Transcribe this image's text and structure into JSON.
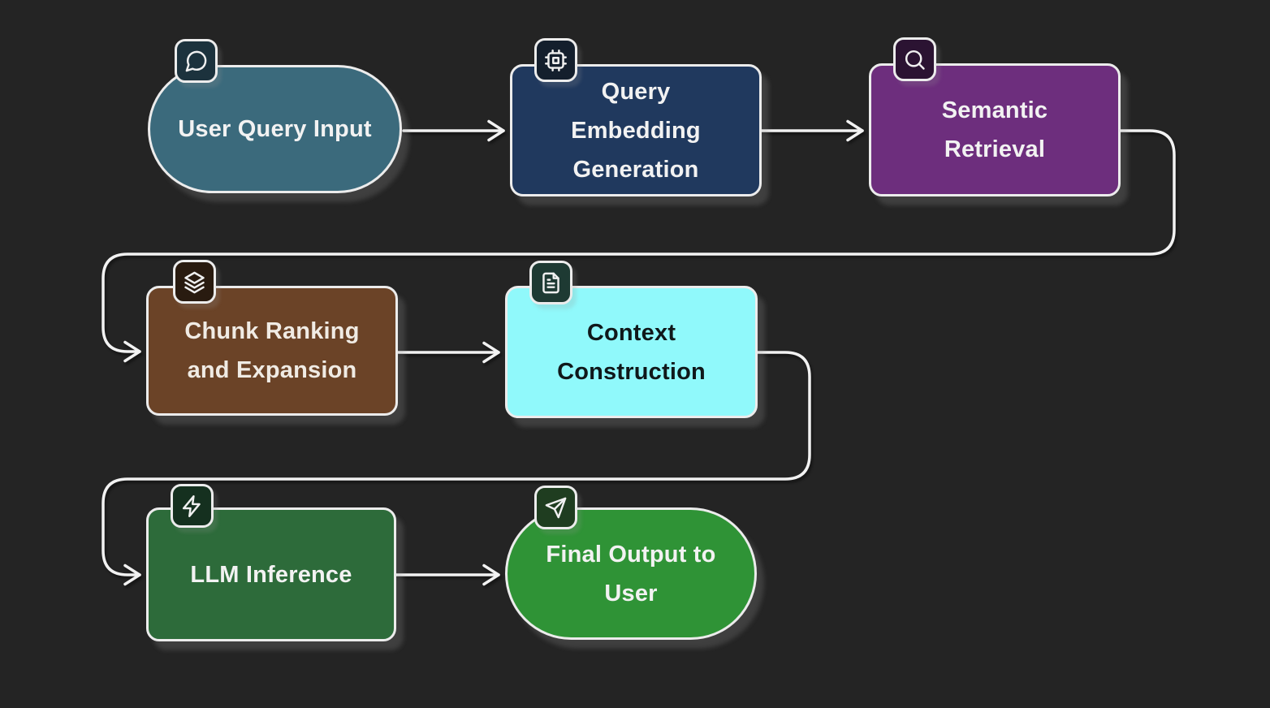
{
  "canvas": {
    "background": "#242424",
    "edge_color": "#f2f2f2",
    "node_border_color": "#ececec"
  },
  "diagram": {
    "nodes": [
      {
        "id": "user-query-input",
        "label": "User Query Input",
        "lines": [
          "User Query Input"
        ],
        "shape": "stadium",
        "icon": "chat-bubble-icon",
        "fill": "#3b6a7c",
        "text_color": "#f2f2f2",
        "badge_fill": "#1c323d"
      },
      {
        "id": "query-embedding-generation",
        "label": "Query Embedding Generation",
        "lines": [
          "Query",
          "Embedding",
          "Generation"
        ],
        "shape": "rounded-rect",
        "icon": "cpu-icon",
        "fill": "#20395e",
        "text_color": "#f2f2f2",
        "badge_fill": "#141f2d"
      },
      {
        "id": "semantic-retrieval",
        "label": "Semantic Retrieval",
        "lines": [
          "Semantic",
          "Retrieval"
        ],
        "shape": "rounded-rect",
        "icon": "search-icon",
        "fill": "#6d2e7d",
        "text_color": "#f2f2f2",
        "badge_fill": "#2b1332"
      },
      {
        "id": "chunk-ranking-and-expansion",
        "label": "Chunk Ranking and Expansion",
        "lines": [
          "Chunk Ranking",
          "and Expansion"
        ],
        "shape": "rounded-rect",
        "icon": "layers-icon",
        "fill": "#6b4327",
        "text_color": "#f0ebe4",
        "badge_fill": "#291b10"
      },
      {
        "id": "context-construction",
        "label": "Context Construction",
        "lines": [
          "Context",
          "Construction"
        ],
        "shape": "rounded-rect",
        "icon": "document-icon",
        "fill": "#90f9fb",
        "text_color": "#10181a",
        "badge_fill": "#1e3a33"
      },
      {
        "id": "llm-inference",
        "label": "LLM Inference",
        "lines": [
          "LLM Inference"
        ],
        "shape": "rounded-rect",
        "icon": "zap-icon",
        "fill": "#2d6b3a",
        "text_color": "#f2f2f2",
        "badge_fill": "#15301f"
      },
      {
        "id": "final-output-to-user",
        "label": "Final Output to User",
        "lines": [
          "Final Output to",
          "User"
        ],
        "shape": "stadium",
        "icon": "send-icon",
        "fill": "#2f9336",
        "text_color": "#f2f2f2",
        "badge_fill": "#1f3d20"
      }
    ],
    "edges": [
      {
        "from": "User Query Input",
        "to": "Query Embedding Generation"
      },
      {
        "from": "Query Embedding Generation",
        "to": "Semantic Retrieval"
      },
      {
        "from": "Semantic Retrieval",
        "to": "Chunk Ranking and Expansion"
      },
      {
        "from": "Chunk Ranking and Expansion",
        "to": "Context Construction"
      },
      {
        "from": "Context Construction",
        "to": "LLM Inference"
      },
      {
        "from": "LLM Inference",
        "to": "Final Output to User"
      }
    ]
  }
}
